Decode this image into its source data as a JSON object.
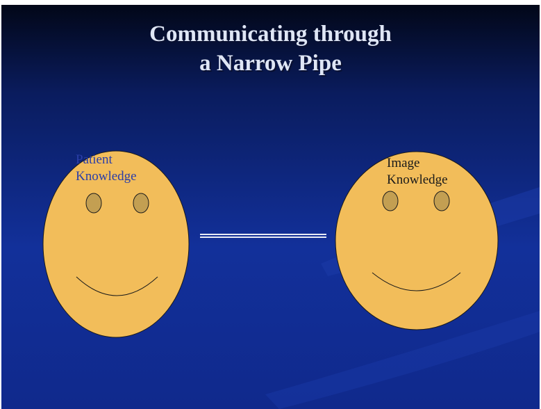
{
  "title": {
    "line1": "Communicating through",
    "line2": "a Narrow Pipe"
  },
  "left_face": {
    "label_line1": "Patient",
    "label_line2": "Knowledge"
  },
  "right_face": {
    "label_line1": "Image",
    "label_line2": "Knowledge"
  },
  "colors": {
    "background_dark": "#020718",
    "background_blue": "#12309a",
    "face_fill": "#f2bd5a",
    "eye_fill": "#c39f52",
    "outline": "#1a1a1a",
    "pipe": "#e8ecf5",
    "title_text": "#dfe6f5",
    "left_label_text": "#2b3ea8",
    "right_label_text": "#1a1a1a"
  }
}
